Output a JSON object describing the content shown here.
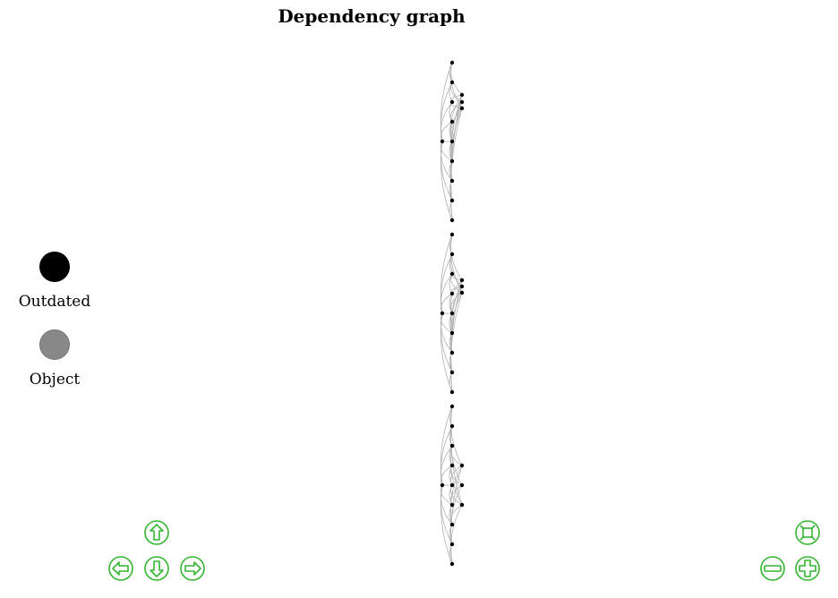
{
  "title": "Dependency graph",
  "legend": {
    "outdated": {
      "label": "Outdated",
      "color": "#000000"
    },
    "object": {
      "label": "Object",
      "color": "#888888"
    }
  },
  "colors": {
    "control": "#33b52f",
    "edge": "#b0b0b0",
    "node": "#000000"
  },
  "controls": {
    "pan": [
      "up",
      "left",
      "down",
      "right"
    ],
    "zoom": [
      "fit",
      "zoom-out",
      "zoom-in"
    ]
  }
}
